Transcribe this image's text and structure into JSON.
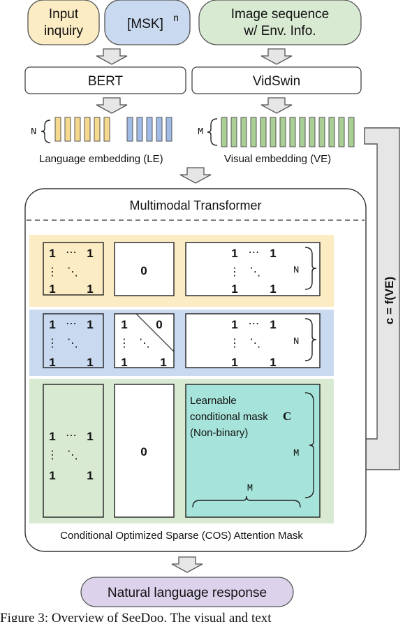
{
  "inputs": {
    "input_inquiry": "Input\ninquiry",
    "msk": "[MSK]",
    "msk_sup": "n",
    "image_seq": "Image sequence\nw/ Env. Info."
  },
  "encoders": {
    "bert": "BERT",
    "vidswin": "VidSwin"
  },
  "embeddings": {
    "n_label": "N",
    "m_label": "M",
    "le_label": "Language embedding (LE)",
    "ve_label": "Visual embedding (VE)"
  },
  "transformer": {
    "title": "Multimodal Transformer",
    "mask_caption": "Conditional Optimized Sparse (COS) Attention Mask",
    "side_formula": "c = f(VE)",
    "matrix": {
      "one": "1",
      "zero": "0",
      "hdots": "⋯",
      "vdots": "⋮",
      "ddots": "⋱",
      "n": "N",
      "m": "M"
    },
    "learnable": {
      "line1": "Learnable",
      "line2": "conditional mask",
      "symbol": "C",
      "line3": "(Non-binary)"
    }
  },
  "output": {
    "response": "Natural language response"
  },
  "caption": "Figure 3: Overview of SeeDoo. The visual and text",
  "colors": {
    "yellow": "#fcecc4",
    "blue": "#c9d9ef",
    "green": "#d9ead3",
    "teal": "#a6e3da",
    "purple": "#dcd2ec",
    "bar_yellow": "#f5d98f",
    "bar_blue": "#9fbbe6",
    "bar_green": "#a9cf95"
  }
}
